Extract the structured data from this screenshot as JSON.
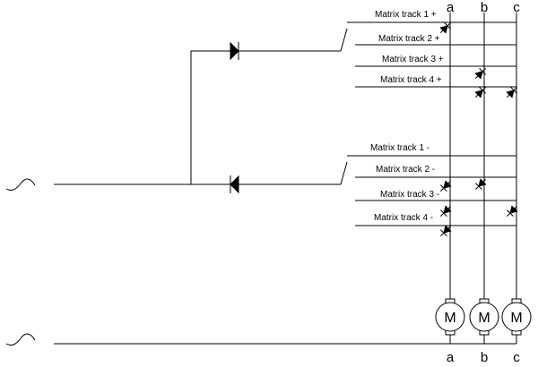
{
  "tracks_plus": [
    {
      "label": "Matrix track 1 +"
    },
    {
      "label": "Matrix track 2 +"
    },
    {
      "label": "Matrix track 3 +"
    },
    {
      "label": "Matrix track 4 +"
    }
  ],
  "tracks_minus": [
    {
      "label": "Matrix track 1 -"
    },
    {
      "label": "Matrix track 2 -"
    },
    {
      "label": "Matrix track 3 -"
    },
    {
      "label": "Matrix track 4 -"
    }
  ],
  "columns_top": [
    "a",
    "b",
    "c"
  ],
  "columns_bottom": [
    "a",
    "b",
    "c"
  ],
  "motors": [
    "M",
    "M",
    "M"
  ]
}
